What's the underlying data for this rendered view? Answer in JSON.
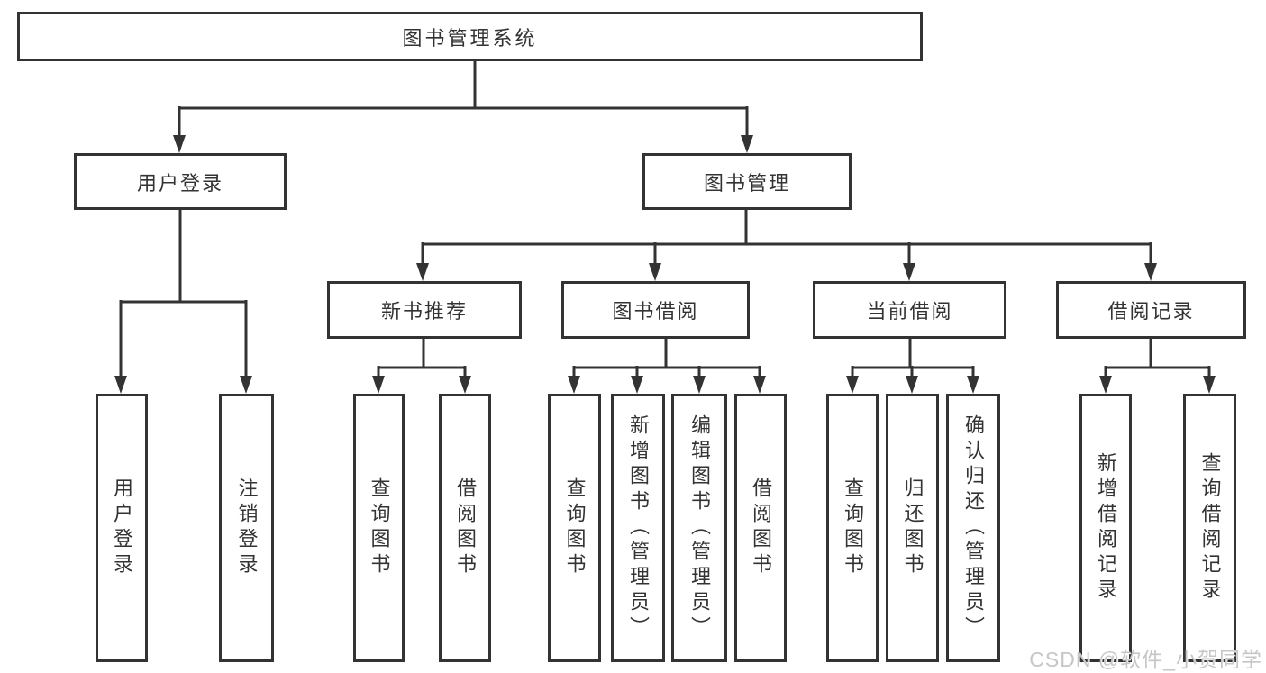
{
  "diagram": {
    "root": {
      "label": "图书管理系统"
    },
    "level1": [
      {
        "id": "user-login",
        "label": "用户登录"
      },
      {
        "id": "book-management",
        "label": "图书管理"
      }
    ],
    "level2": [
      {
        "id": "new-book-recommendation",
        "label": "新书推荐",
        "parent": "图书管理"
      },
      {
        "id": "book-borrowing",
        "label": "图书借阅",
        "parent": "图书管理"
      },
      {
        "id": "current-borrowing",
        "label": "当前借阅",
        "parent": "图书管理"
      },
      {
        "id": "borrowing-records",
        "label": "借阅记录",
        "parent": "图书管理"
      }
    ],
    "leaves": [
      {
        "label": "用户登录",
        "parent": "用户登录"
      },
      {
        "label": "注销登录",
        "parent": "用户登录"
      },
      {
        "label": "查询图书",
        "parent": "新书推荐"
      },
      {
        "label": "借阅图书",
        "parent": "新书推荐"
      },
      {
        "label": "查询图书",
        "parent": "图书借阅"
      },
      {
        "label": "新增图书（管理员）",
        "parent": "图书借阅"
      },
      {
        "label": "编辑图书（管理员）",
        "parent": "图书借阅"
      },
      {
        "label": "借阅图书",
        "parent": "图书借阅"
      },
      {
        "label": "查询图书",
        "parent": "当前借阅"
      },
      {
        "label": "归还图书",
        "parent": "当前借阅"
      },
      {
        "label": "确认归还（管理员）",
        "parent": "当前借阅"
      },
      {
        "label": "新增借阅记录",
        "parent": "借阅记录"
      },
      {
        "label": "查询借阅记录",
        "parent": "借阅记录"
      }
    ],
    "colors": {
      "line": "#333333",
      "box_border": "#333333",
      "text": "#333333",
      "watermark": "#c6c6c6",
      "background": "#ffffff"
    }
  },
  "watermark": {
    "text": "CSDN @软件_小贺同学"
  }
}
